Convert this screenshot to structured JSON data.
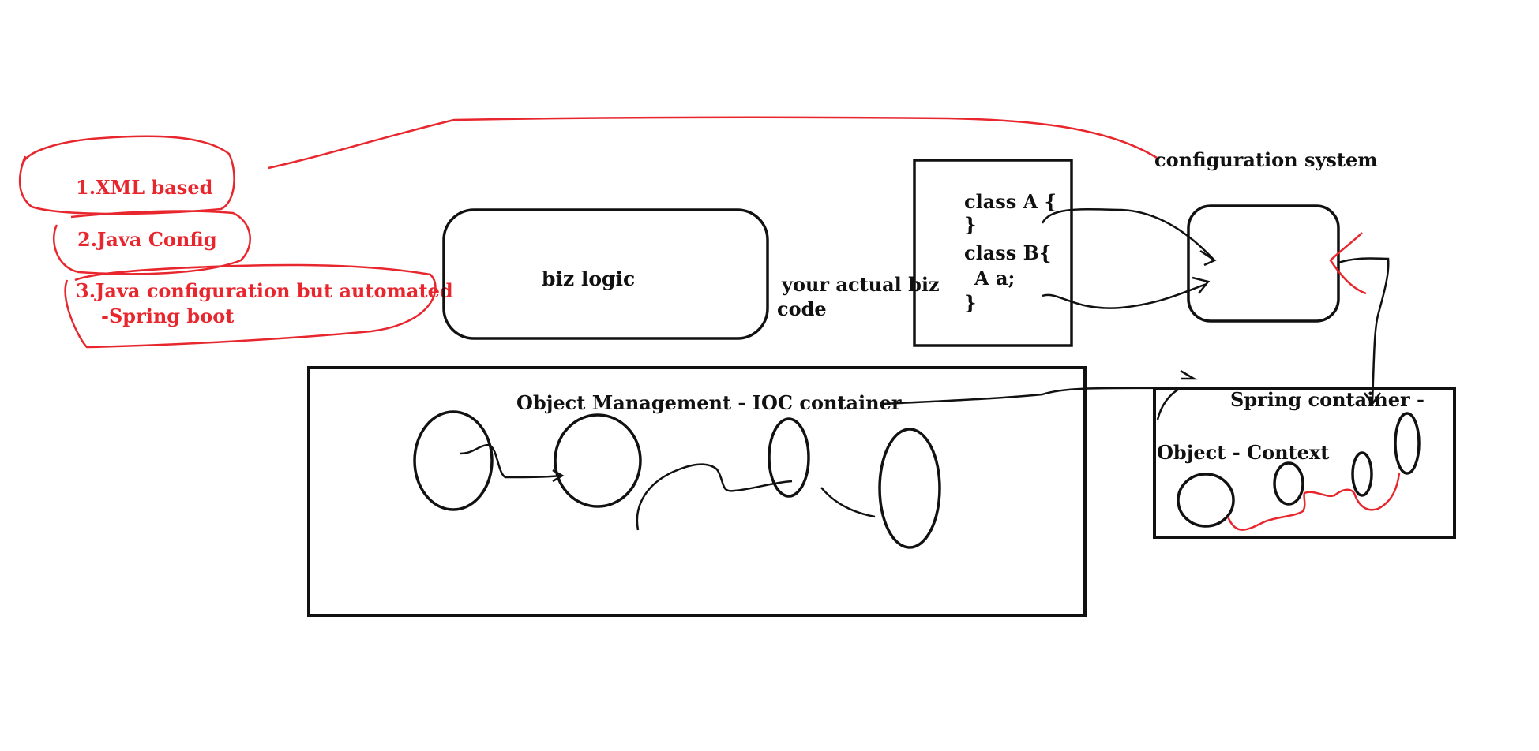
{
  "colors": {
    "ink": "#111111",
    "annotation": "#e8262d",
    "background": "#ffffff"
  },
  "config_options": {
    "xml": "1.XML based",
    "java_config": "2.Java Config",
    "automated_line1": "3.Java configuration but automated",
    "automated_line2": "-Spring boot"
  },
  "biz_logic": {
    "label": "biz logic"
  },
  "biz_code_note": {
    "line1": "your actual biz",
    "line2": "code"
  },
  "code_box": {
    "lines": [
      "class A {",
      "}",
      "class B{",
      "A a;",
      "}"
    ]
  },
  "config_system": {
    "label": "configuration system"
  },
  "ioc": {
    "label": "Object Management -  IOC container"
  },
  "spring_container": {
    "title": "Spring container -",
    "subtitle": "Object - Context"
  }
}
